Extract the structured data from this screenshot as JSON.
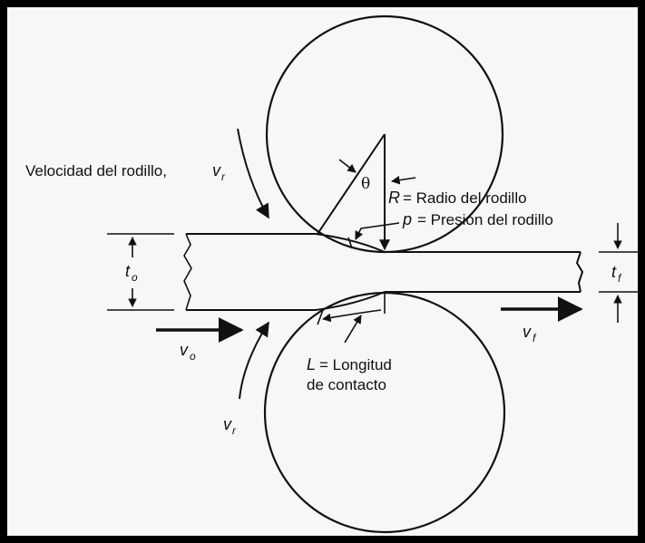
{
  "labels": {
    "roll_velocity": "Velocidad del rodillo,",
    "roll_velocity_symbol": "v",
    "roll_velocity_sub": "r",
    "theta": "θ",
    "radius_symbol": "R",
    "radius_text": "= Radio del rodillo",
    "pressure_symbol": "p",
    "pressure_text": "= Presión del rodillo",
    "t0_symbol": "t",
    "t0_sub": "o",
    "tf_symbol": "t",
    "tf_sub": "f",
    "v0_symbol": "v",
    "v0_sub": "o",
    "vf_symbol": "v",
    "vf_sub": "f",
    "contact_symbol": "L",
    "contact_line1": "= Longitud",
    "contact_line2": "de contacto",
    "lower_vr_symbol": "v",
    "lower_vr_sub": "r"
  }
}
